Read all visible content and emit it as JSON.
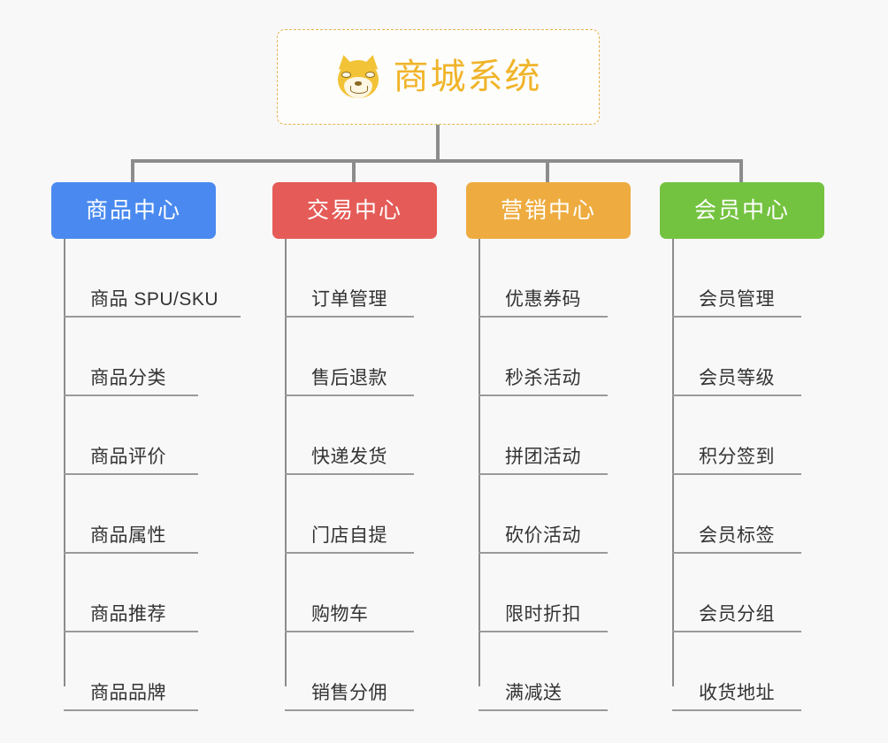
{
  "diagram": {
    "type": "mindmap",
    "background_color": "#f8f8f8",
    "root": {
      "title": "商城系统",
      "icon": "shiba-inu-dog-face-emoji",
      "title_color": "#f0b429",
      "border_color": "#e8b352",
      "background_color": "#fdfdfb"
    },
    "connector_color": "#8c8c8c",
    "branches": [
      {
        "label": "商品中心",
        "color": "#4a8af0",
        "items": [
          "商品 SPU/SKU",
          "商品分类",
          "商品评价",
          "商品属性",
          "商品推荐",
          "商品品牌"
        ]
      },
      {
        "label": "交易中心",
        "color": "#e55b57",
        "items": [
          "订单管理",
          "售后退款",
          "快递发货",
          "门店自提",
          "购物车",
          "销售分佣"
        ]
      },
      {
        "label": "营销中心",
        "color": "#eeac40",
        "items": [
          "优惠券码",
          "秒杀活动",
          "拼团活动",
          "砍价活动",
          "限时折扣",
          "满减送"
        ]
      },
      {
        "label": "会员中心",
        "color": "#74c340",
        "items": [
          "会员管理",
          "会员等级",
          "积分签到",
          "会员标签",
          "会员分组",
          "收货地址"
        ]
      }
    ]
  }
}
